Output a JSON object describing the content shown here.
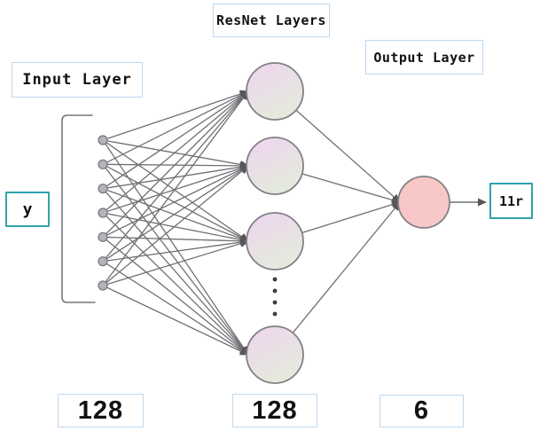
{
  "diagram_type": "neural-network-architecture",
  "labels": {
    "input_layer": "Input Layer",
    "resnet_layers": "ResNet Layers",
    "output_layer": "Output Layer",
    "input_var": "y",
    "output_var": "11r",
    "input_size": "128",
    "hidden_size": "128",
    "output_size": "6"
  },
  "structure": {
    "input_dots_visible": 7,
    "hidden_nodes_visible": 4,
    "ellipsis_dots": 4,
    "output_nodes": 1,
    "fully_connected": true
  },
  "colors": {
    "edge": "#6f6f74",
    "arrowhead": "#56565b",
    "node_border": "#828087",
    "input_dot_fill": "#b3b3b8",
    "input_dot_border": "#76767b",
    "hidden_fill_top": "#eed6ef",
    "hidden_fill_bottom": "#e3ecd9",
    "output_fill": "#f8c7c8",
    "label_box_border": "#bdd7ee",
    "accent_box_border": "#2ea3ab",
    "ellipsis_dot": "#3c3c41",
    "bracket": "#77777c",
    "text": "#111111"
  }
}
